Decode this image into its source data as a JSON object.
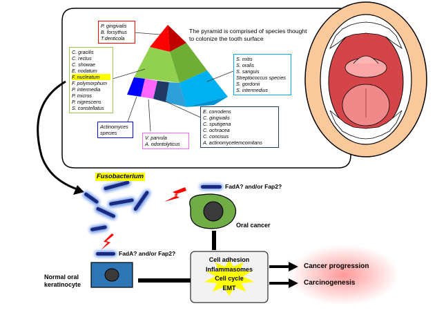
{
  "pyramid_caption": "The pyramid is comprised of species thought to colonize the tooth surface",
  "complexes": {
    "red": [
      "P. gingivalis",
      "B. forsythus",
      "T.denticola"
    ],
    "orange": [
      "C. gracilis",
      "C. rectus",
      "C. showae",
      "E. nodatum",
      "F. nucleatum",
      "F. polymorphum",
      "P. intermedia",
      "P. micros",
      "P. nigrescens",
      "S. constellatus"
    ],
    "yellow_highlight": "F. nucleatum",
    "yellow": [
      "S. mitis",
      "S. oralis",
      "S. sanguis",
      "Streptococcus species",
      "S. gordonii",
      "S. intermedius"
    ],
    "green": [
      "E. corrodens",
      "C. gingivalis",
      "C. sputigena",
      "C. ochracea",
      "C. concisus",
      "A. actinomycetemcomitans"
    ],
    "blue": [
      "Actinomyces",
      "species"
    ],
    "purple": [
      "V. parvula",
      "A. odontolyticus"
    ]
  },
  "bacterium_label": "Fusobacterium",
  "adhesin_label_top": "FadA? and/or Fap2?",
  "adhesin_label_bottom": "FadA? and/or Fap2?",
  "oral_cancer_label": "Oral cancer",
  "normal_cell_label": [
    "Normal oral",
    "keratinocyte"
  ],
  "processes": [
    "Cell adhesion",
    "Inflammasomes",
    "Cell cycle",
    "EMT"
  ],
  "outcomes": [
    "Cancer progression",
    "Carcinogenesis"
  ],
  "colors": {
    "red": "#ff0000",
    "green_complex": "#92d050",
    "yellow_complex": "#00b0f0",
    "blue": "#0000ff",
    "purple": "#ff66ff",
    "cancer_cell": "#70ad47",
    "normal_cell": "#2e75b6"
  }
}
